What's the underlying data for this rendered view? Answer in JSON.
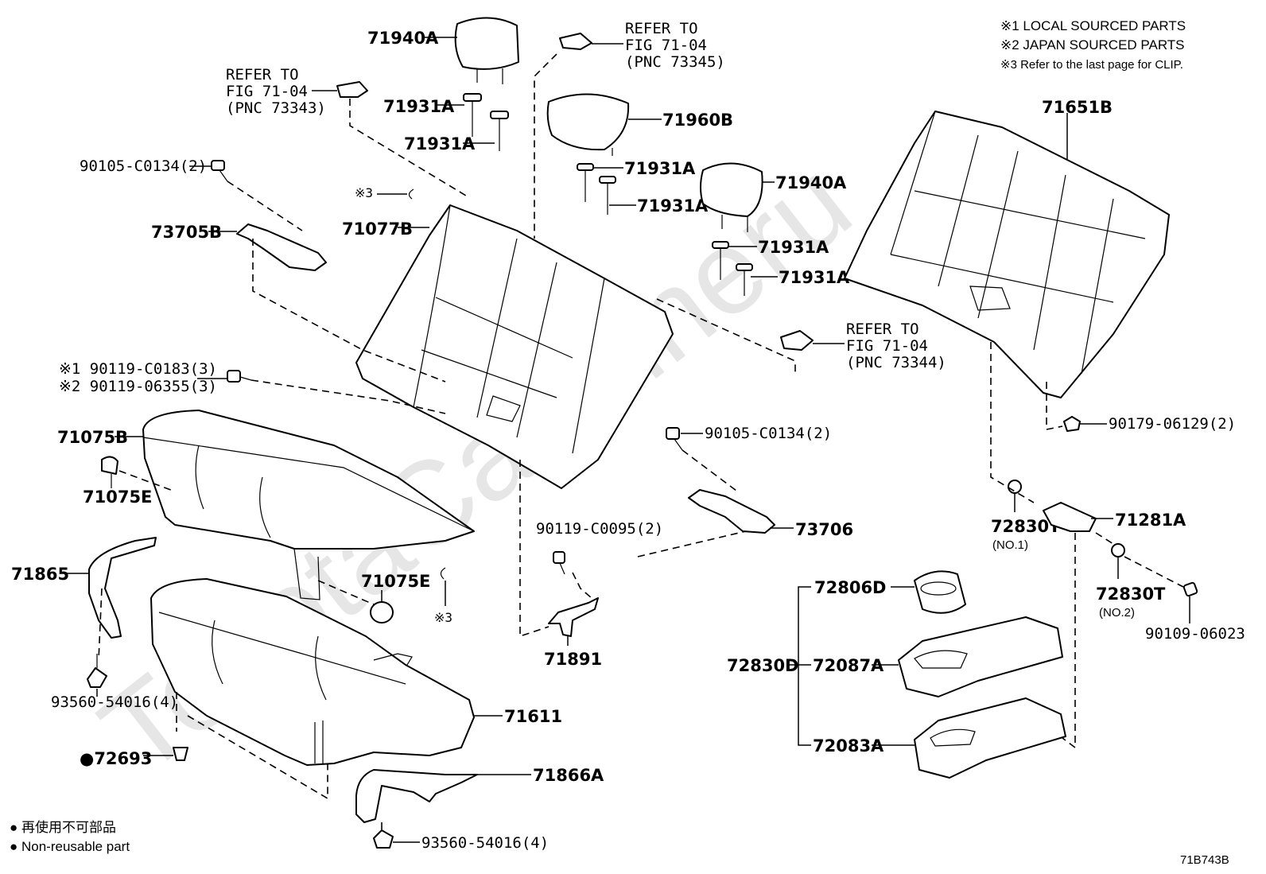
{
  "diagram_code": "71B743B",
  "watermark": "ToyotaCarMineru",
  "notes": {
    "n1": "※1  LOCAL SOURCED PARTS",
    "n2": "※2  JAPAN SOURCED PARTS",
    "n3": "※3  Refer to the last page for CLIP."
  },
  "legend": {
    "line1": "● 再使用不可部品",
    "line2": "● Non-reusable part"
  },
  "refer1": {
    "l1": "REFER TO",
    "l2": "FIG 71-04",
    "l3": "(PNC 73343)"
  },
  "refer2": {
    "l1": "REFER TO",
    "l2": "FIG 71-04",
    "l3": "(PNC 73345)"
  },
  "refer3": {
    "l1": "REFER TO",
    "l2": "FIG 71-04",
    "l3": "(PNC 73344)"
  },
  "clip_mark": "※3",
  "labels": {
    "p71940A_a": "71940A",
    "p71931A_a": "71931A",
    "p71931A_b": "71931A",
    "p71960B": "71960B",
    "p71931A_c": "71931A",
    "p71931A_d": "71931A",
    "p71940A_b": "71940A",
    "p71931A_e": "71931A",
    "p71931A_f": "71931A",
    "p71651B": "71651B",
    "p90105_a": "90105-C0134(2)",
    "p73705B": "73705B",
    "p71077B": "71077B",
    "p90119_a": "※1 90119-C0183(3)",
    "p90119_b": "※2 90119-06355(3)",
    "p71075B": "71075B",
    "p71075E_a": "71075E",
    "p71865": "71865",
    "p71075E_b": "71075E",
    "p93560_a": "93560-54016(4)",
    "p72693": "●72693",
    "p71611": "71611",
    "p71866A": "71866A",
    "p93560_b": "93560-54016(4)",
    "p90105_b": "90105-C0134(2)",
    "p73706": "73706",
    "p90119_c": "90119-C0095(2)",
    "p71891": "71891",
    "p90179": "90179-06129(2)",
    "p72830T_a": "72830T",
    "p72830T_a_sub": "(NO.1)",
    "p71281A": "71281A",
    "p72830T_b": "72830T",
    "p72830T_b_sub": "(NO.2)",
    "p90109": "90109-06023",
    "p72806D": "72806D",
    "p72830D": "72830D",
    "p72087A": "72087A",
    "p72083A": "72083A"
  }
}
